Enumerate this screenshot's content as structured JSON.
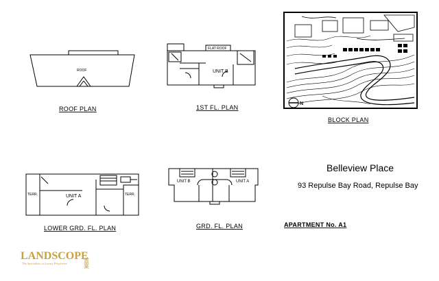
{
  "project": {
    "title": "Belleview Place",
    "address": "93 Repulse Bay Road, Repulse Bay",
    "apartment": "APARTMENT No. A1"
  },
  "plans": {
    "roof": {
      "caption": "ROOF PLAN",
      "room_label": "ROOF"
    },
    "first_floor": {
      "caption": "1ST FL. PLAN",
      "flat_roof_label": "FLAT ROOF",
      "unit_label": "UNIT B"
    },
    "block": {
      "caption": "BLOCK PLAN",
      "north_label": "N"
    },
    "lower_ground": {
      "caption": "LOWER GRD. FL. PLAN",
      "unit_label": "UNIT A",
      "left_room": "TERR.",
      "right_room": "TERR."
    },
    "ground": {
      "caption": "GRD. FL. PLAN",
      "unit_b_label": "UNIT B",
      "unit_a_label": "UNIT A"
    }
  },
  "logo": {
    "word": "LANDSCOPE",
    "tagline": "The Specialists in Luxury Properties",
    "cjk": "置業",
    "color": "#c8a03c"
  }
}
